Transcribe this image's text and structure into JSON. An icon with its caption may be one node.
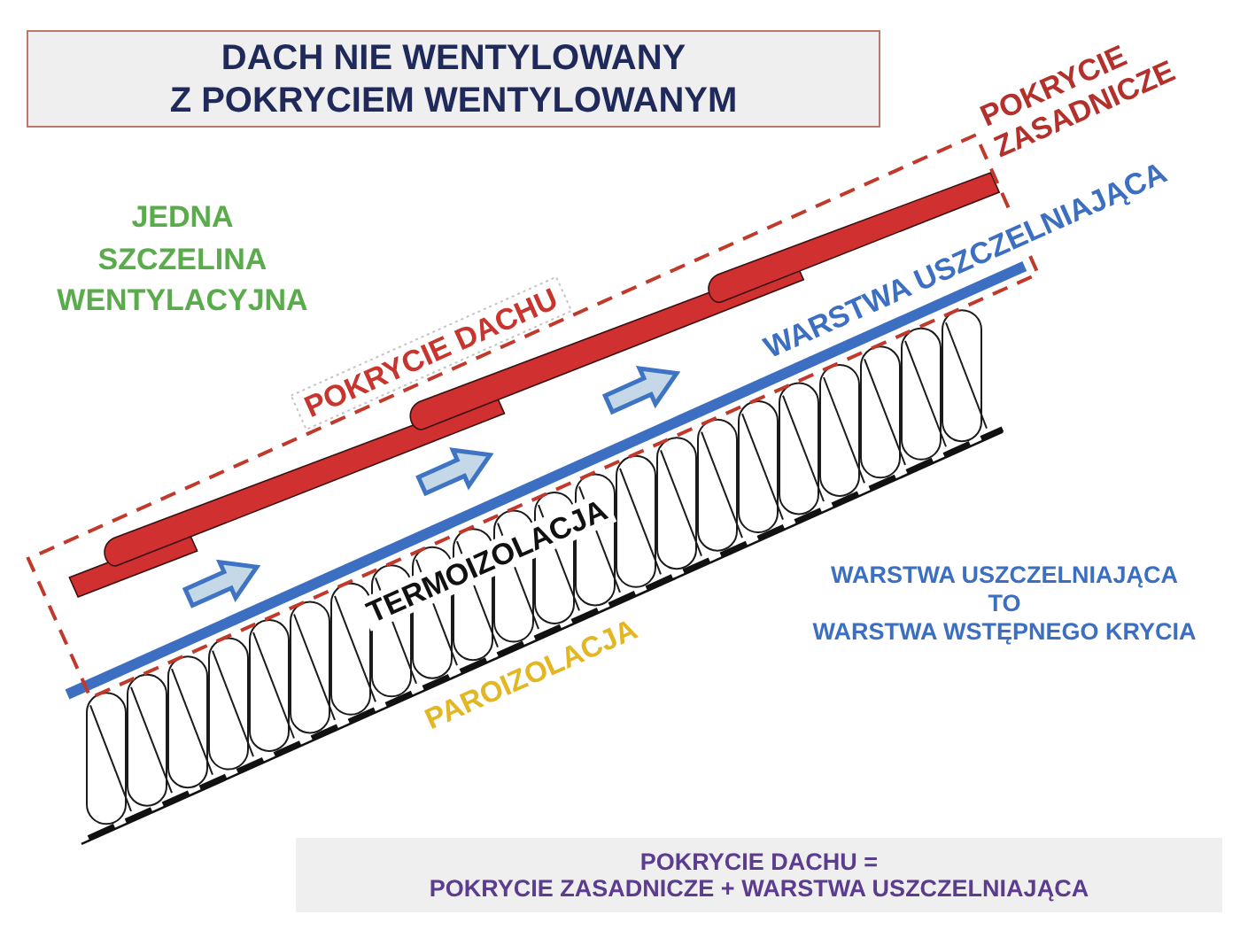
{
  "diagram": {
    "title": "DACH NIE WENTYLOWANY Z POKRYCIEM WENTYLOWANYM",
    "nodes": [
      {
        "text": [
          "POKRYCIE DACHU"
        ]
      },
      {
        "text": [
          "POKRYCIE DACHU = POKRYCIE ZASADNICZE + WARSTWA USZCZELNIAJĄCA"
        ]
      }
    ],
    "labels": [
      "POKRYCIE ZASADNICZE",
      "JEDNA SZCZELINA WENTYLACYJNA",
      "WARSTWA USZCZELNIAJĄCA",
      "TERMOIZOLACJA",
      "WARSTWA USZCZELNIAJĄCA TO WARSTWA WSTĘPNEGO KRYCIA",
      "PAROIZOLACJA"
    ]
  }
}
